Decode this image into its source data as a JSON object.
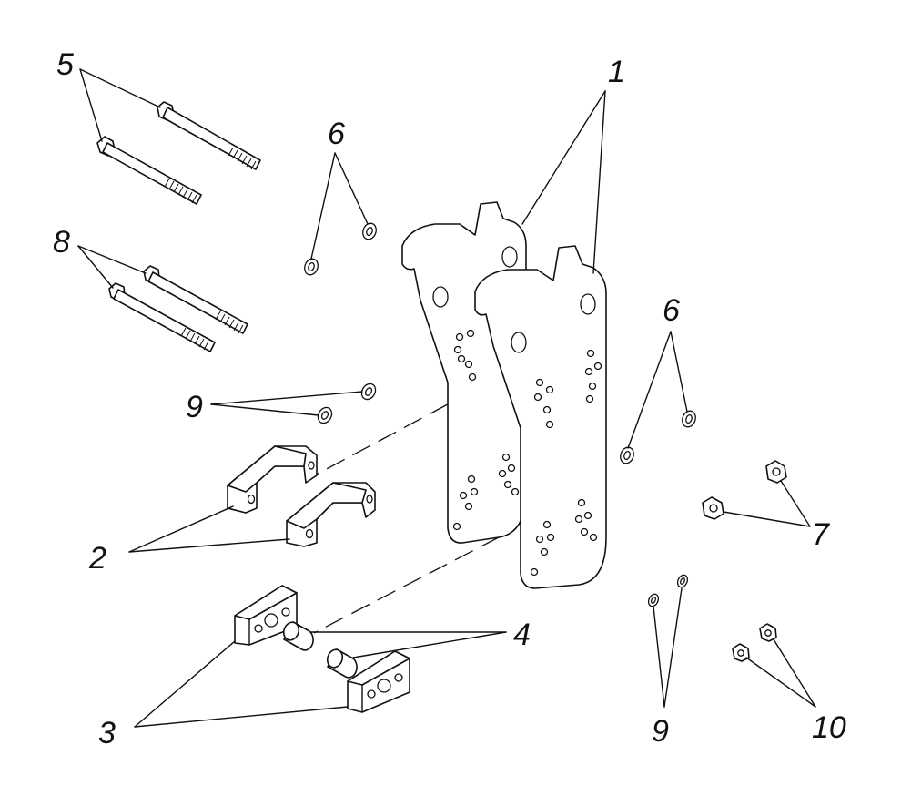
{
  "callouts": [
    {
      "id": "c1",
      "label": "1"
    },
    {
      "id": "c2",
      "label": "2"
    },
    {
      "id": "c3",
      "label": "3"
    },
    {
      "id": "c4",
      "label": "4"
    },
    {
      "id": "c5",
      "label": "5"
    },
    {
      "id": "c6a",
      "label": "6"
    },
    {
      "id": "c6b",
      "label": "6"
    },
    {
      "id": "c7",
      "label": "7"
    },
    {
      "id": "c8",
      "label": "8"
    },
    {
      "id": "c9a",
      "label": "9"
    },
    {
      "id": "c9b",
      "label": "9"
    },
    {
      "id": "c10",
      "label": "10"
    }
  ],
  "colors": {
    "line": "#111111",
    "background": "#ffffff"
  }
}
